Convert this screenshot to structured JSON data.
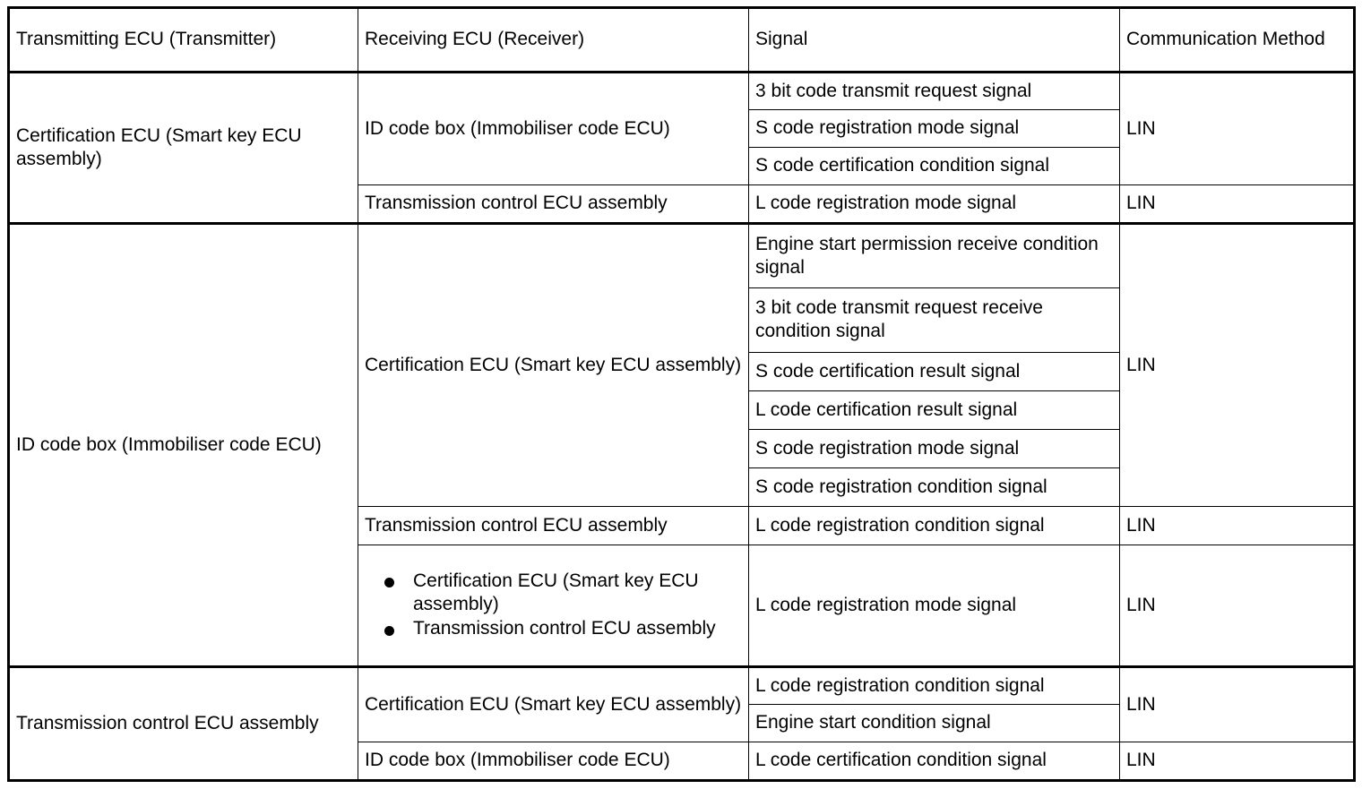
{
  "table": {
    "headers": [
      "Transmitting ECU (Transmitter)",
      "Receiving ECU (Receiver)",
      "Signal",
      "Communication Method"
    ],
    "groups": [
      {
        "transmitter": "Certification ECU (Smart key ECU assembly)",
        "receivers": [
          {
            "name": "ID code box (Immobiliser code ECU)",
            "method": "LIN",
            "signals": [
              "3 bit code transmit request signal",
              "S code registration mode signal",
              "S code certification condition signal"
            ]
          },
          {
            "name": "Transmission control ECU assembly",
            "method": "LIN",
            "signals": [
              "L code registration mode signal"
            ]
          }
        ]
      },
      {
        "transmitter": "ID code box (Immobiliser code ECU)",
        "receivers": [
          {
            "name": "Certification ECU (Smart key ECU assembly)",
            "method": "LIN",
            "signals": [
              "Engine start permission receive condition signal",
              "3 bit code transmit request receive condition signal",
              "S code certification result signal",
              "L code certification result signal",
              "S code registration mode signal",
              "S code registration condition signal"
            ]
          },
          {
            "name": "Transmission control ECU assembly",
            "method": "LIN",
            "signals": [
              "L code registration condition signal"
            ]
          },
          {
            "name_bullets": [
              "Certification ECU (Smart key ECU assembly)",
              "Transmission control ECU assembly"
            ],
            "method": "LIN",
            "signals": [
              "L code registration mode signal"
            ]
          }
        ]
      },
      {
        "transmitter": "Transmission control ECU assembly",
        "receivers": [
          {
            "name": "Certification ECU (Smart key ECU assembly)",
            "method": "LIN",
            "signals": [
              "L code registration condition signal",
              "Engine start condition signal"
            ]
          },
          {
            "name": "ID code box (Immobiliser code ECU)",
            "method": "LIN",
            "signals": [
              "L code certification condition signal"
            ]
          }
        ]
      }
    ]
  },
  "colors": {
    "border": "#000000",
    "text": "#000000",
    "background": "#ffffff"
  }
}
